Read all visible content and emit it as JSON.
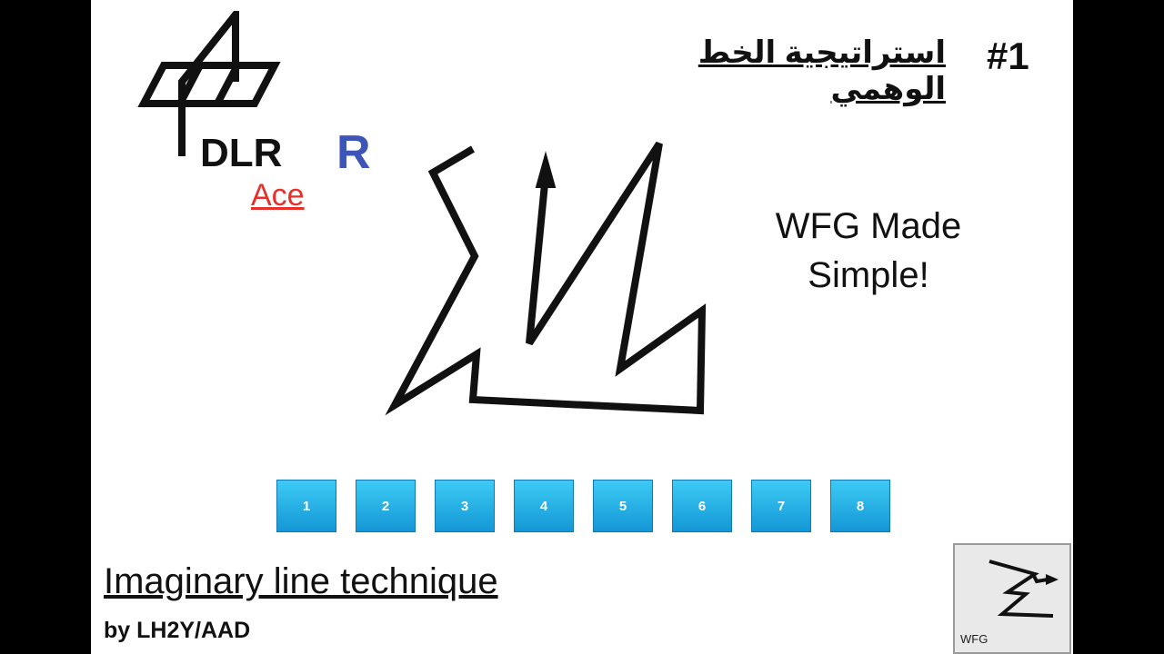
{
  "logo": {
    "org_text": "DLR",
    "r_letter": "R",
    "ace_text": "Ace"
  },
  "header": {
    "slide_number": "#1",
    "arabic_title": "استراتيجية الخط الوهمي"
  },
  "tagline": {
    "line1": "WFG Made",
    "line2": "Simple!"
  },
  "nav_buttons": [
    "1",
    "2",
    "3",
    "4",
    "5",
    "6",
    "7",
    "8"
  ],
  "footer": {
    "title": "Imaginary line technique",
    "byline": "by LH2Y/AAD"
  },
  "wfg_thumbnail": {
    "label": "WFG",
    "icon": "wfg-path-icon"
  },
  "colors": {
    "slide_background": "#ffffff",
    "frame": "#000000",
    "button_top": "#3ccbf5",
    "button_bottom": "#1597d6",
    "ace_red": "#e8302a",
    "r_blue": "#3d55b8"
  }
}
